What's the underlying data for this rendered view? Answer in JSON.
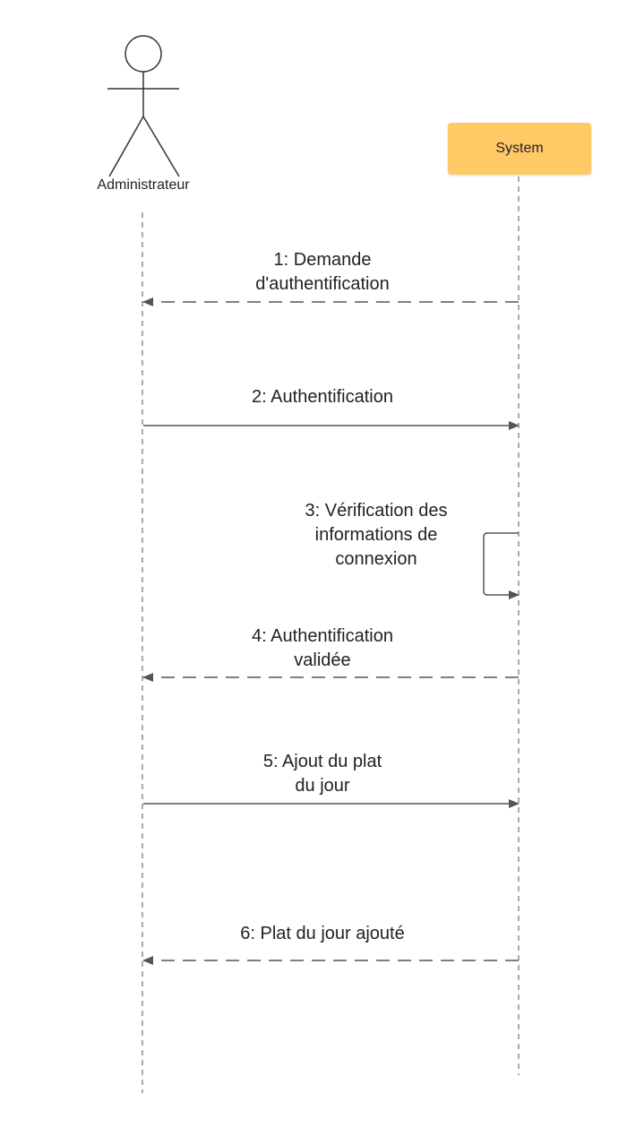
{
  "participants": {
    "actor": "Administrateur",
    "system": "System"
  },
  "messages": [
    {
      "number": "1",
      "lines": [
        "1: Demande",
        "d'authentification"
      ],
      "direction": "to-actor",
      "style": "dashed"
    },
    {
      "number": "2",
      "lines": [
        "2: Authentification"
      ],
      "direction": "to-system",
      "style": "solid"
    },
    {
      "number": "3",
      "lines": [
        "3: Vérification des",
        "informations de",
        "connexion"
      ],
      "direction": "self",
      "style": "solid"
    },
    {
      "number": "4",
      "lines": [
        "4: Authentification",
        "validée"
      ],
      "direction": "to-actor",
      "style": "dashed"
    },
    {
      "number": "5",
      "lines": [
        "5: Ajout du plat",
        "du jour"
      ],
      "direction": "to-system",
      "style": "solid"
    },
    {
      "number": "6",
      "lines": [
        "6: Plat du jour ajouté"
      ],
      "direction": "to-actor",
      "style": "dashed"
    }
  ],
  "colors": {
    "system_box": "#ffc966",
    "line": "#555555"
  }
}
